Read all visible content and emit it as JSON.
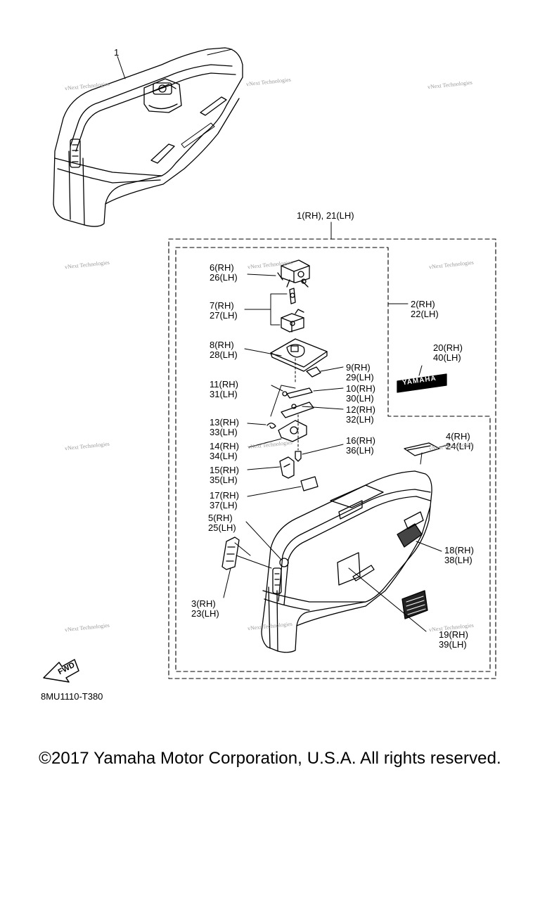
{
  "diagram": {
    "main_callout": "1",
    "assembly_label": "1(RH), 21(LH)",
    "part_labels": [
      {
        "id": "p6",
        "lines": [
          "6(RH)",
          "26(LH)"
        ]
      },
      {
        "id": "p7",
        "lines": [
          "7(RH)",
          "27(LH)"
        ]
      },
      {
        "id": "p8",
        "lines": [
          "8(RH)",
          "28(LH)"
        ]
      },
      {
        "id": "p11",
        "lines": [
          "11(RH)",
          "31(LH)"
        ]
      },
      {
        "id": "p13",
        "lines": [
          "13(RH)",
          "33(LH)"
        ]
      },
      {
        "id": "p14",
        "lines": [
          "14(RH)",
          "34(LH)"
        ]
      },
      {
        "id": "p15",
        "lines": [
          "15(RH)",
          "35(LH)"
        ]
      },
      {
        "id": "p17",
        "lines": [
          "17(RH)",
          "37(LH)"
        ]
      },
      {
        "id": "p5",
        "lines": [
          "5(RH)",
          "25(LH)"
        ]
      },
      {
        "id": "p3",
        "lines": [
          "3(RH)",
          "23(LH)"
        ]
      },
      {
        "id": "p2",
        "lines": [
          "2(RH)",
          "22(LH)"
        ]
      },
      {
        "id": "p20",
        "lines": [
          "20(RH)",
          "40(LH)"
        ]
      },
      {
        "id": "p9",
        "lines": [
          "9(RH)",
          "29(LH)"
        ]
      },
      {
        "id": "p10",
        "lines": [
          "10(RH)",
          "30(LH)"
        ]
      },
      {
        "id": "p12",
        "lines": [
          "12(RH)",
          "32(LH)"
        ]
      },
      {
        "id": "p16",
        "lines": [
          "16(RH)",
          "36(LH)"
        ]
      },
      {
        "id": "p4",
        "lines": [
          "4(RH)",
          "24(LH)"
        ]
      },
      {
        "id": "p18",
        "lines": [
          "18(RH)",
          "38(LH)"
        ]
      },
      {
        "id": "p19",
        "lines": [
          "19(RH)",
          "39(LH)"
        ]
      }
    ],
    "emblem_text": "YAMAHA",
    "fwd_text": "FWD",
    "diagram_code": "8MU1110-T380",
    "watermark": "vNext Technologies"
  },
  "footer": {
    "copyright": "©2017 Yamaha Motor Corporation, U.S.A. All rights reserved."
  }
}
